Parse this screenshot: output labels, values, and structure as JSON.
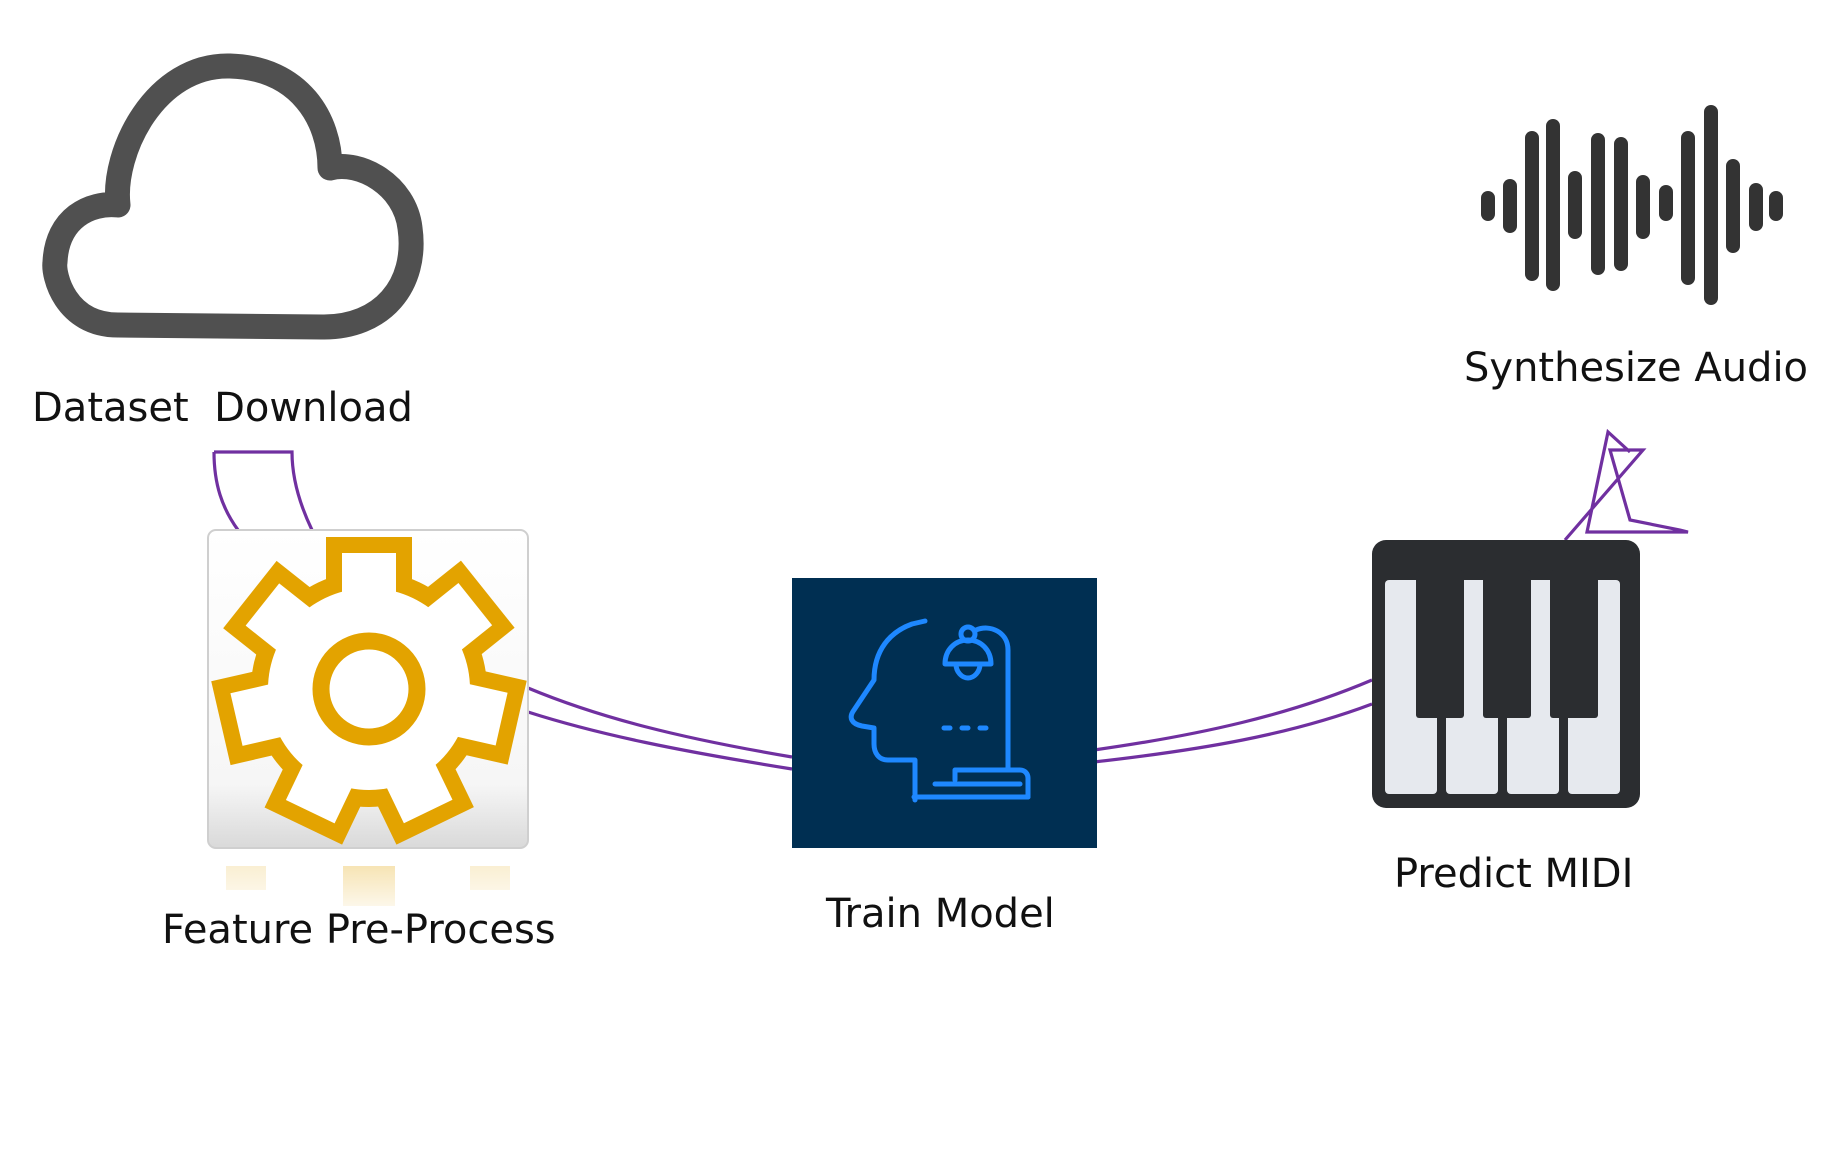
{
  "nodes": {
    "dataset": {
      "label": "Dataset  Download",
      "icon": "cloud-icon"
    },
    "feature": {
      "label": "Feature Pre-Process",
      "icon": "gear-icon"
    },
    "train": {
      "label": "Train Model",
      "icon": "ai-head-icon"
    },
    "predict": {
      "label": "Predict MIDI",
      "icon": "piano-keys-icon"
    },
    "synth": {
      "label": "Synthesize Audio",
      "icon": "sound-wave-icon"
    }
  },
  "edges": [
    {
      "from": "dataset",
      "to": "feature"
    },
    {
      "from": "feature",
      "to": "train"
    },
    {
      "from": "train",
      "to": "predict"
    },
    {
      "from": "predict",
      "to": "synth"
    }
  ],
  "colors": {
    "connector": "#7030a0",
    "cloud": "#505050",
    "gear": "#e3a300",
    "train_bg": "#002f52",
    "train_icon": "#1e88ff",
    "piano_frame": "#2b2d30",
    "piano_white": "#e6e9ee",
    "wave": "#333333"
  }
}
